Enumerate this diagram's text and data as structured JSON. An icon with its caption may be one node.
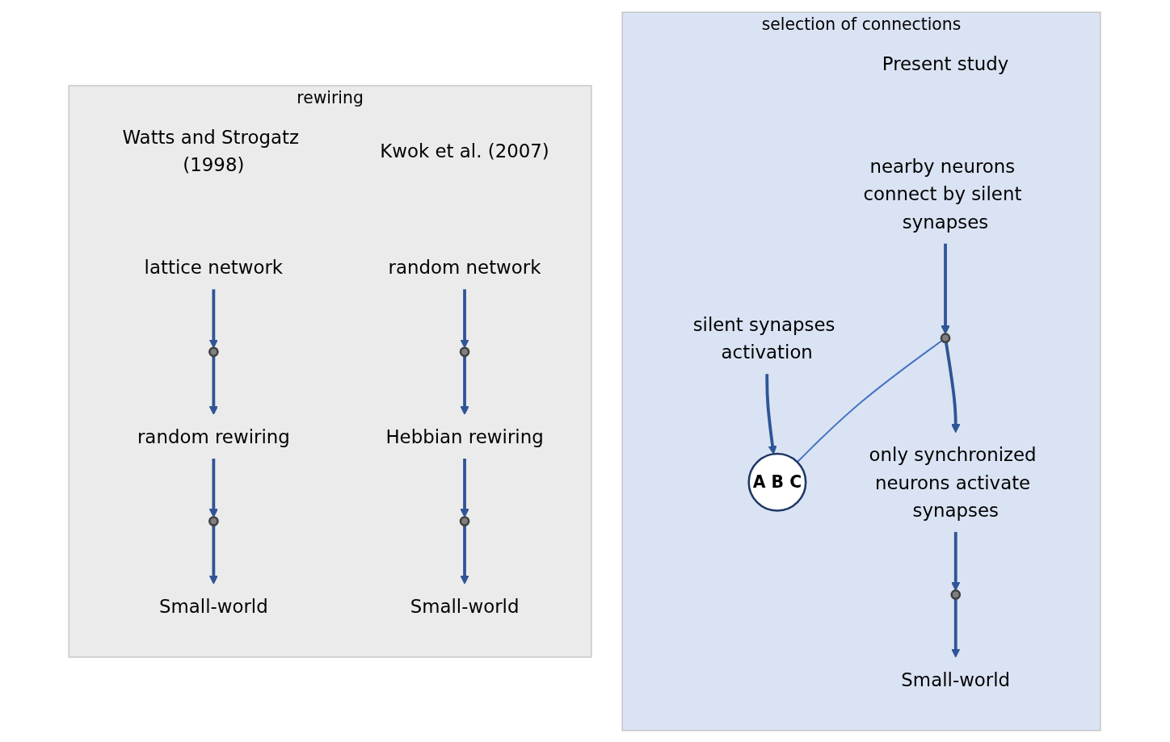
{
  "diagram": {
    "nodes": [
      {
        "text": [
          "rewiring"
        ]
      },
      {
        "text": [
          "Watts and Strogatz (1998)"
        ],
        "in": 0
      },
      {
        "text": [
          "lattice network"
        ],
        "in": 0
      },
      {
        "text": [],
        "shape": "circle",
        "in": 0
      },
      {
        "text": [
          "random rewiring"
        ],
        "in": 0
      },
      {
        "text": [],
        "shape": "circle",
        "in": 0
      },
      {
        "text": [
          "Small-world"
        ],
        "in": 0
      },
      {
        "text": [
          "Kwok et al. (2007)"
        ],
        "in": 0
      },
      {
        "text": [
          "random network"
        ],
        "in": 0
      },
      {
        "text": [],
        "shape": "circle",
        "in": 0
      },
      {
        "text": [
          "Hebbian rewiring"
        ],
        "in": 0
      },
      {
        "text": [],
        "shape": "circle",
        "in": 0
      },
      {
        "text": [
          "Small-world"
        ],
        "in": 0
      },
      {
        "text": [
          "selection of connections"
        ]
      },
      {
        "text": [
          "Present study"
        ],
        "in": 13
      },
      {
        "text": [
          "nearby neurons connect by silent synapses"
        ],
        "in": 13
      },
      {
        "text": [],
        "shape": "circle",
        "in": 13
      },
      {
        "text": [
          "A",
          "B",
          "C"
        ],
        "in": 13
      },
      {
        "text": [
          "silent synapses activation"
        ],
        "in": 13
      },
      {
        "text": [
          "only synchronized neurons activate synapses"
        ],
        "in": 13
      },
      {
        "text": [],
        "shape": "circle",
        "in": 13
      },
      {
        "text": [
          "Small-world"
        ],
        "in": 13
      }
    ],
    "edges": [
      {
        "from": 2,
        "to": 3,
        "arrow": "to"
      },
      {
        "from": 3,
        "to": 4,
        "arrow": "to"
      },
      {
        "from": 4,
        "to": 5,
        "arrow": "to"
      },
      {
        "from": 5,
        "to": 6,
        "arrow": "to"
      },
      {
        "from": 8,
        "to": 9,
        "arrow": "to"
      },
      {
        "from": 9,
        "to": 10,
        "arrow": "to"
      },
      {
        "from": 10,
        "to": 11,
        "arrow": "to"
      },
      {
        "from": 11,
        "to": 12,
        "arrow": "to"
      },
      {
        "from": 15,
        "to": 16,
        "arrow": "to"
      },
      {
        "from": 18,
        "to": 17,
        "arrow": "to"
      },
      {
        "from": 16,
        "to": 17,
        "arrow": "none",
        "color": "#4472c4"
      },
      {
        "from": 16,
        "to": 19,
        "arrow": "to"
      },
      {
        "from": 19,
        "to": 20,
        "arrow": "to"
      },
      {
        "from": 20,
        "to": 21,
        "arrow": "to"
      }
    ]
  }
}
